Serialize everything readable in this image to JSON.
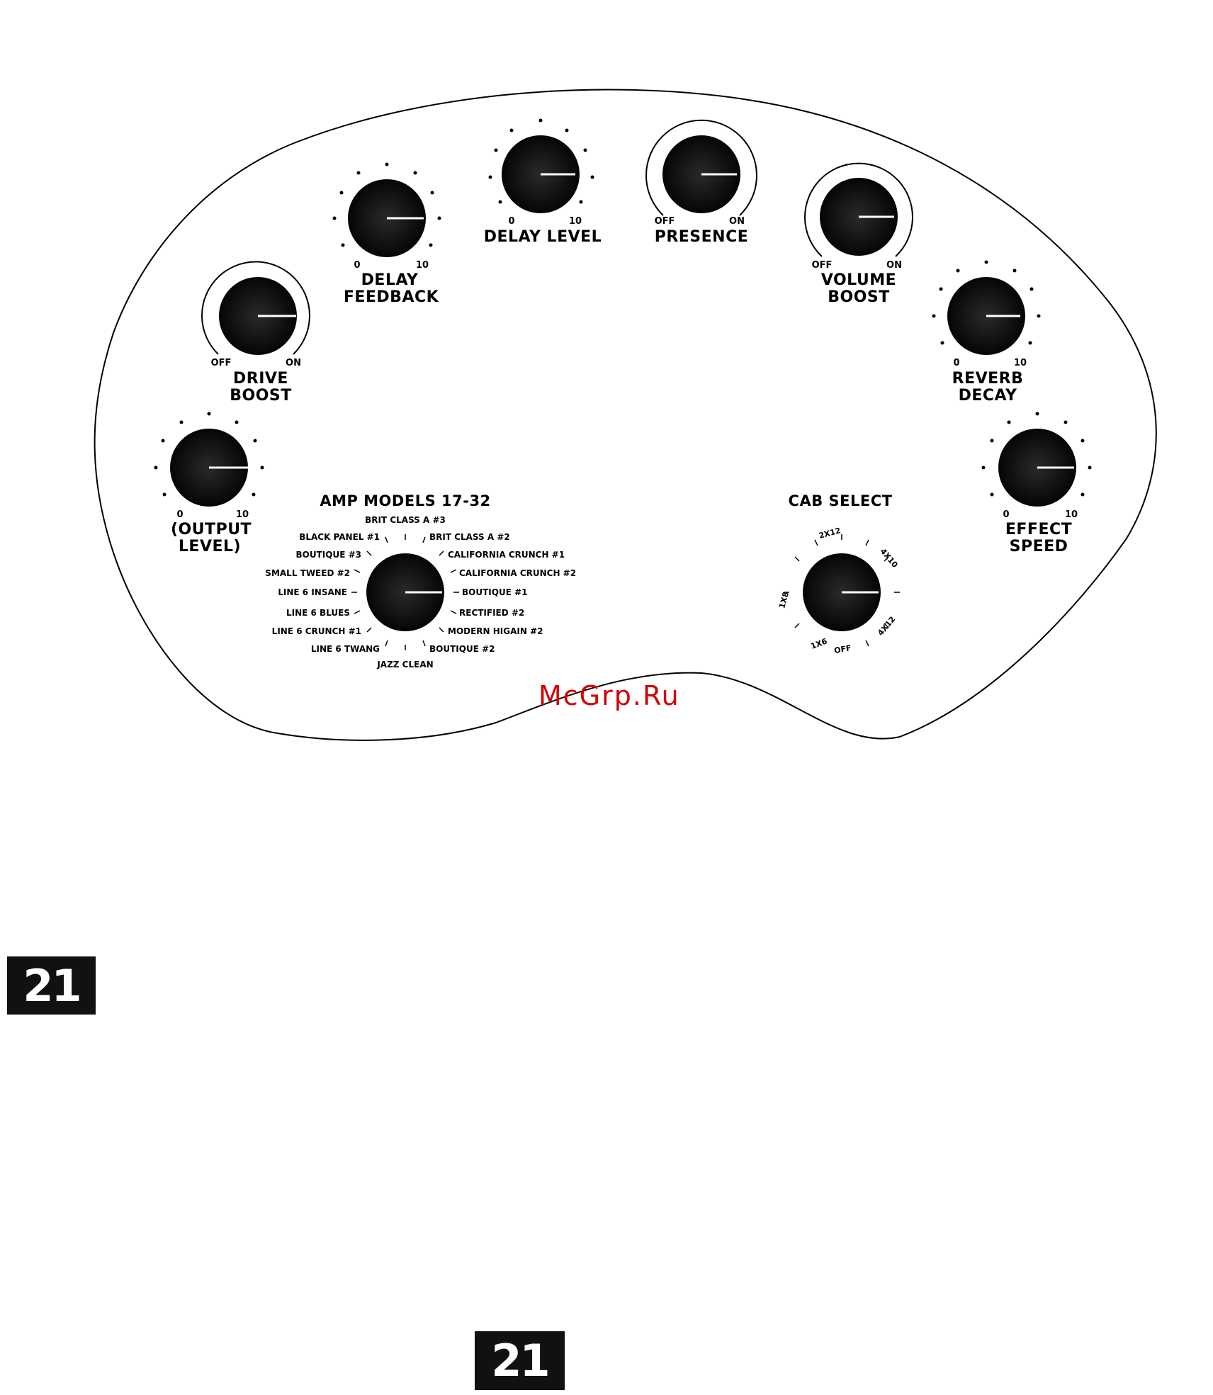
{
  "knobs": {
    "delay_level": {
      "title": "DELAY LEVEL",
      "min": "0",
      "max": "10"
    },
    "presence": {
      "title": "PRESENCE",
      "min": "OFF",
      "max": "ON"
    },
    "delay_feedback": {
      "title1": "DELAY",
      "title2": "FEEDBACK",
      "min": "0",
      "max": "10"
    },
    "volume_boost": {
      "title1": "VOLUME",
      "title2": "BOOST",
      "min": "OFF",
      "max": "ON"
    },
    "drive_boost": {
      "title1": "DRIVE",
      "title2": "BOOST",
      "min": "OFF",
      "max": "ON"
    },
    "reverb_decay": {
      "title1": "REVERB",
      "title2": "DECAY",
      "min": "0",
      "max": "10"
    },
    "output_level": {
      "title1": "(OUTPUT",
      "title2": "LEVEL)",
      "min": "0",
      "max": "10"
    },
    "effect_speed": {
      "title1": "EFFECT",
      "title2": "SPEED",
      "min": "0",
      "max": "10"
    }
  },
  "amp_models": {
    "title": "AMP MODELS 17-32",
    "options": [
      "BRIT CLASS A #3",
      "BRIT CLASS A #2",
      "CALIFORNIA CRUNCH #1",
      "CALIFORNIA CRUNCH #2",
      "BOUTIQUE #1",
      "RECTIFIED #2",
      "MODERN HIGAIN #2",
      "BOUTIQUE #2",
      "JAZZ CLEAN",
      "LINE 6 TWANG",
      "LINE 6 CRUNCH #1",
      "LINE 6 BLUES",
      "LINE 6 INSANE",
      "SMALL TWEED #2",
      "BOUTIQUE #3",
      "BLACK PANEL #1"
    ]
  },
  "cab_select": {
    "title": "CAB SELECT",
    "options": [
      "1X8",
      "2X12",
      "4X10",
      "4X12",
      "OFF",
      "1X6"
    ]
  },
  "watermark": "McGrp.Ru",
  "page_number": "21"
}
